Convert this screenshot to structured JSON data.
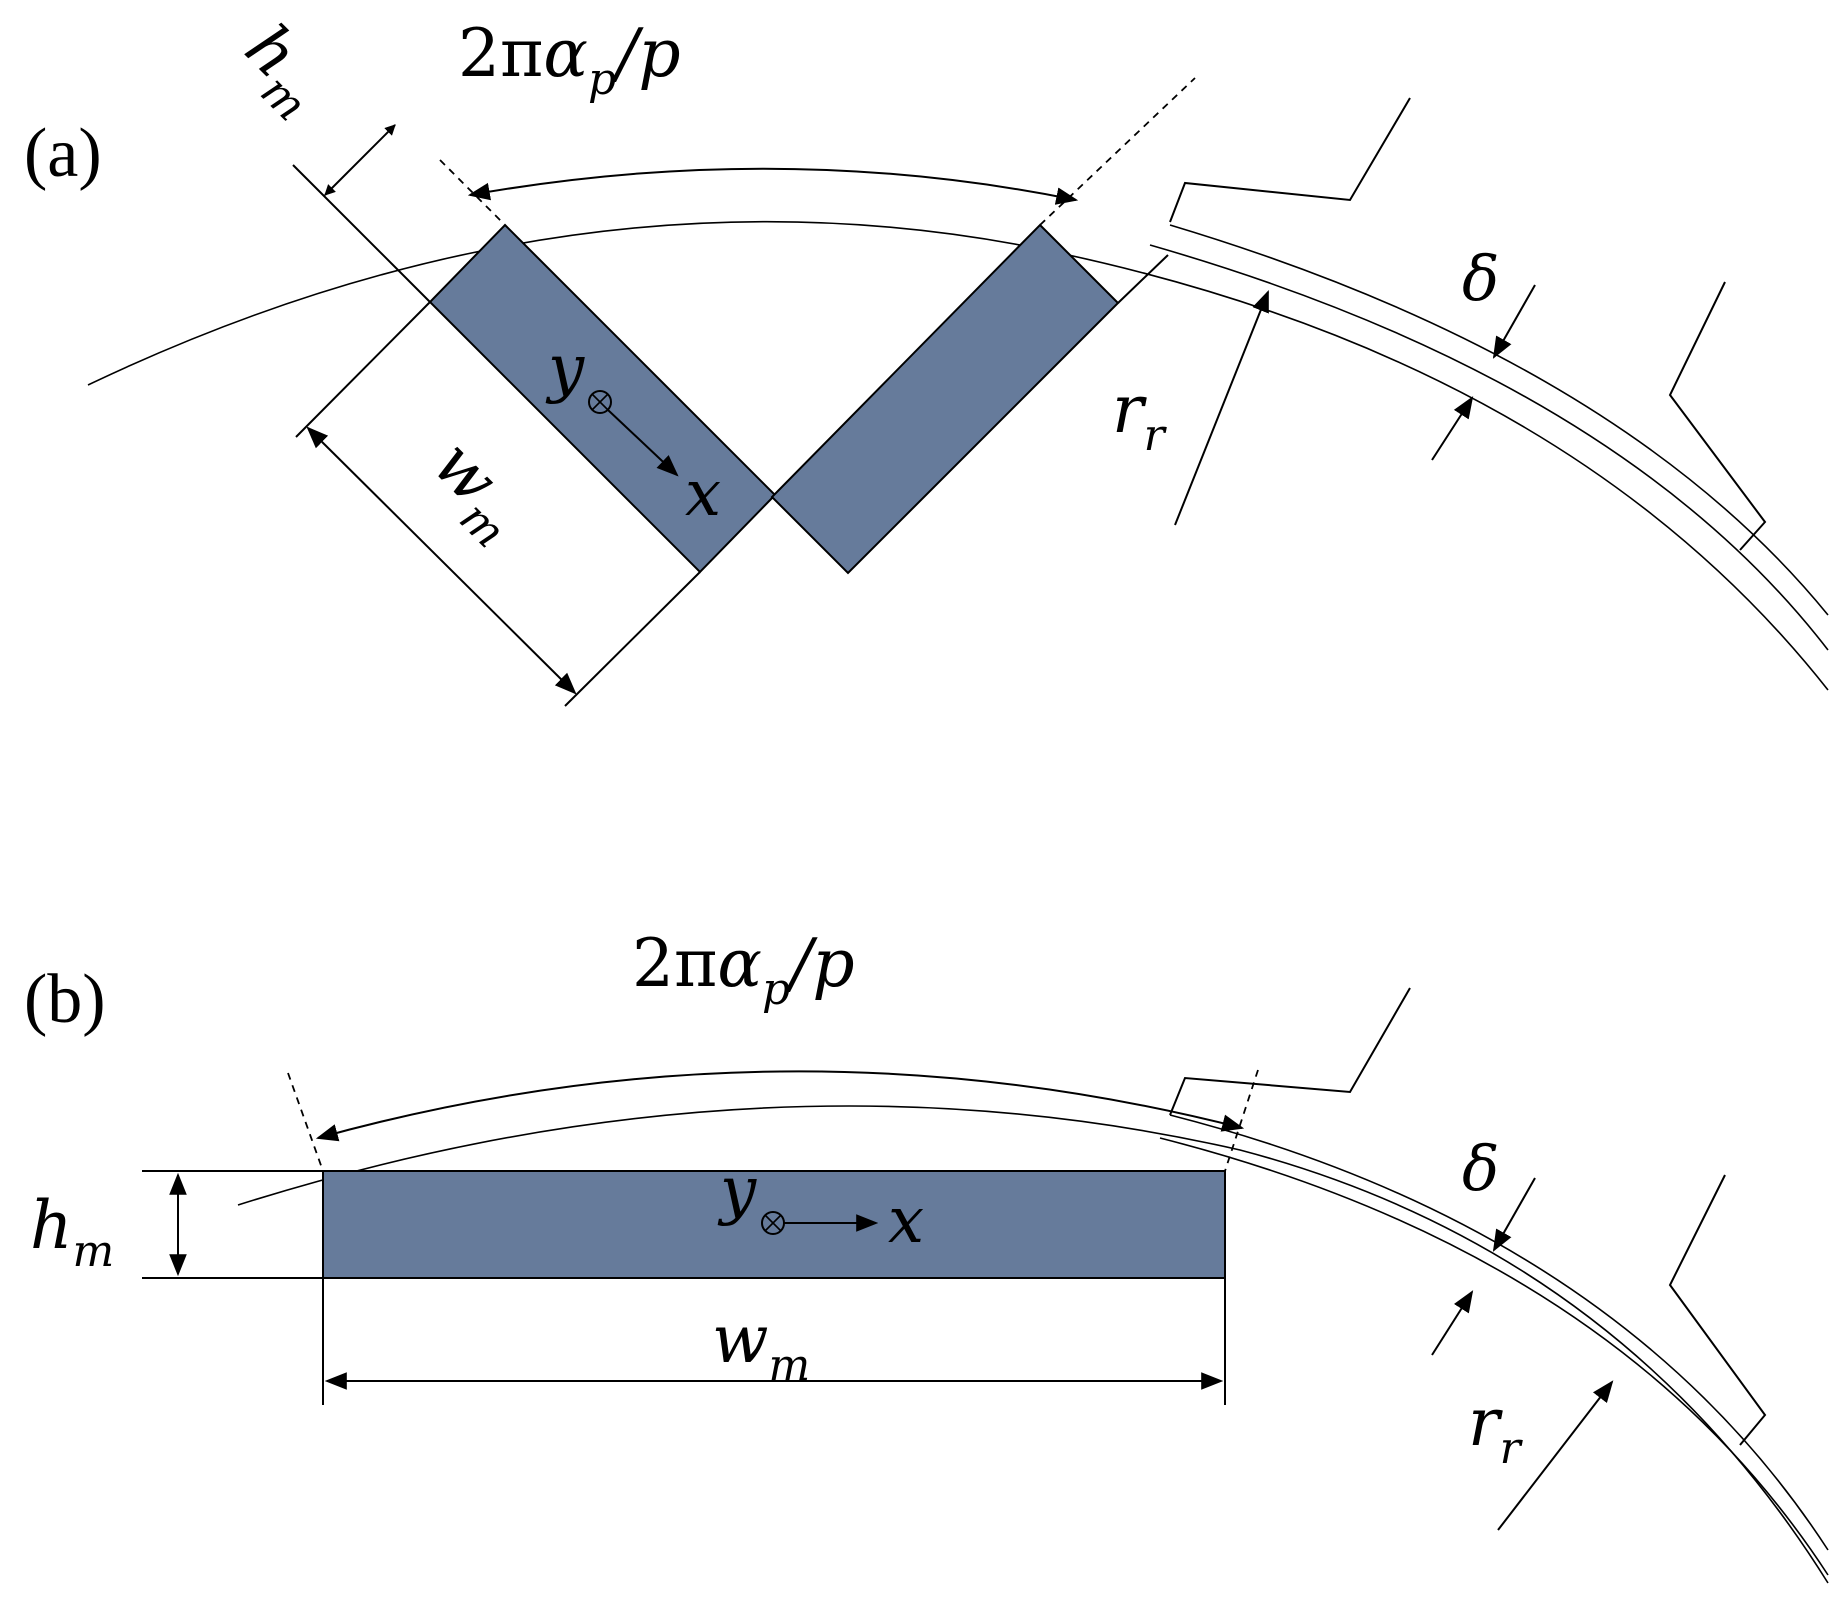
{
  "panel_a": {
    "label": "(a)",
    "arc_label": {
      "num": "2π",
      "sym": "α",
      "sub": "p",
      "tail": "/p"
    },
    "h_label": {
      "sym": "h",
      "sub": "m"
    },
    "w_label": {
      "sym": "w",
      "sub": "m"
    },
    "delta_label": "δ",
    "r_label": {
      "sym": "r",
      "sub": "r"
    },
    "y_axis": "y",
    "x_axis": "x"
  },
  "panel_b": {
    "label": "(b)",
    "arc_label": {
      "num": "2π",
      "sym": "α",
      "sub": "p",
      "tail": "/p"
    },
    "h_label": {
      "sym": "h",
      "sub": "m"
    },
    "w_label": {
      "sym": "w",
      "sub": "m"
    },
    "delta_label": "δ",
    "r_label": {
      "sym": "r",
      "sub": "r"
    },
    "y_axis": "y",
    "x_axis": "x"
  },
  "colors": {
    "magnet": "#667b9b",
    "stroke": "#000000"
  }
}
